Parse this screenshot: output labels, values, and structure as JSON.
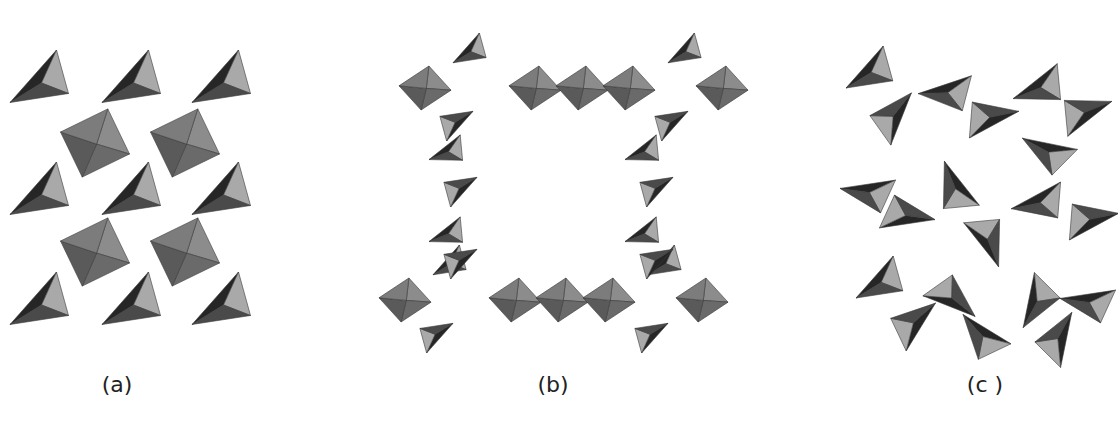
{
  "diagram": {
    "labels": [
      "(a)",
      "(b)",
      "(c )"
    ]
  }
}
